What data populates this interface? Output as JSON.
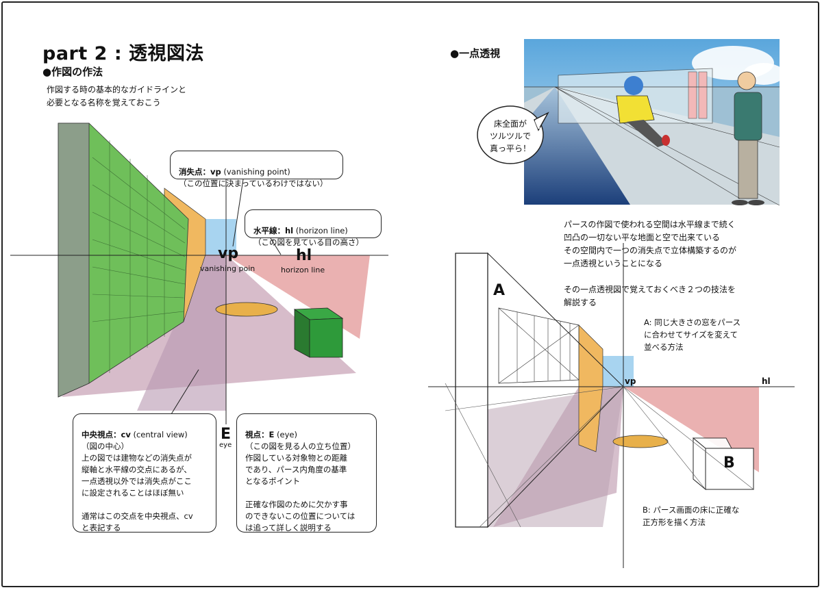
{
  "page": {
    "title": "part 2 : 透視図法",
    "left_heading": "●作図の作法",
    "left_intro": "作図する時の基本的なガイドラインと\n必要となる名称を覚えておこう",
    "right_heading": "●一点透視"
  },
  "diagram_labels": {
    "vp": "vp",
    "vp_caption": "vanishing poin",
    "hl": "hl",
    "hl_caption": "horizon line",
    "e": "E",
    "e_caption": "eye"
  },
  "notes": {
    "vanishing_point": {
      "head": "消失点：vp",
      "head_en": "(vanishing point)",
      "text": "（この位置に決まっているわけではない）"
    },
    "horizon_line": {
      "head": "水平線：hl",
      "head_en": "(horizon line)",
      "text": "（この図を見ている目の高さ）"
    },
    "central_view": {
      "head": "中央視点：cv",
      "head_en": "(central view)",
      "text": "（図の中心）\n上の図では建物などの消失点が\n縦軸と水平線の交点にあるが、\n一点透視以外では消失点がここ\nに設定されることはほぼ無い\n\n通常はこの交点を中央視点、cv\nと表記する"
    },
    "eye": {
      "head": "視点：E",
      "head_en": "(eye)",
      "text": "（この図を見る人の立ち位置）\n作図している対象物との距離\nであり、パース内角度の基準\nとなるポイント\n\n正確な作図のために欠かす事\nのできないこの位置については\nは追って詳しく説明する"
    }
  },
  "illustration": {
    "speech_bubble": "床全面が\nツルツルで\n真っ平ら！"
  },
  "right_text": {
    "paragraph": "パースの作図で使われる空間は水平線まで続く\n凹凸の一切ない平な地面と空で出来ている\nその空間内で一つの消失点で立体構築するのが\n一点透視ということになる\n\nその一点透視図で覚えておくべき２つの技法を\n解説する",
    "label_a": "A",
    "label_b": "B",
    "vp": "vp",
    "hl": "hl",
    "technique_a": "A: 同じ大きさの窓をパース\nに合わせてサイズを変えて\n並べる方法",
    "technique_b": "B: パース画面の床に正確な\n正方形を描く方法"
  },
  "colors": {
    "building": "#6fbf5a",
    "sky": "#9fd0f0",
    "floor_pink": "#e8a8a8",
    "cube": "#2e9a3a",
    "pond": "#e8b04a"
  }
}
